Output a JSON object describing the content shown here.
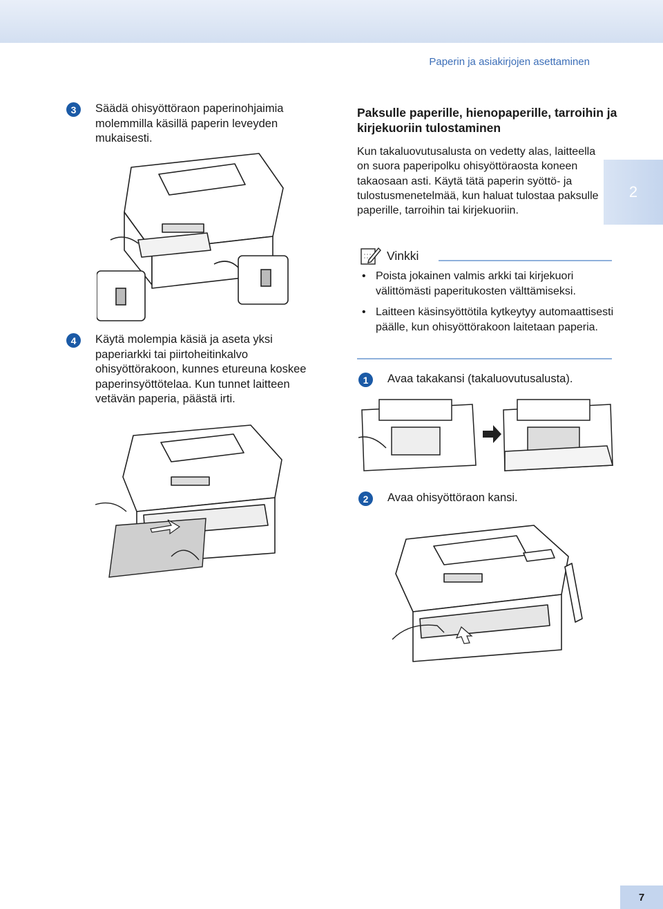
{
  "header": {
    "running_title": "Paperin ja asiakirjojen asettaminen"
  },
  "chapter_tab": "2",
  "left_steps": [
    {
      "marker": "3",
      "text": "Säädä ohisyöttöraon paperinohjaimia molemmilla käsillä paperin leveyden mukaisesti."
    },
    {
      "marker": "4",
      "text": "Käytä molempia käsiä ja aseta yksi paperiarkki tai piirtoheitinkalvo ohisyöttörakoon, kunnes etureuna koskee paperinsyöttötelaa. Kun tunnet laitteen vetävän paperia, päästä irti."
    }
  ],
  "section": {
    "heading": "Paksulle paperille, hienopaperille, tarroihin ja kirjekuoriin tulostaminen",
    "body": "Kun takaluovutusalusta on vedetty alas, laitteella on suora paperipolku ohisyöttöraosta koneen takaosaan asti. Käytä tätä paperin syöttö- ja tulostusmenetelmää, kun haluat tulostaa paksulle paperille, tarroihin tai kirjekuoriin."
  },
  "note": {
    "title": "Vinkki",
    "items": [
      "Poista jokainen valmis arkki tai kirjekuori välittömästi paperitukosten välttämiseksi.",
      "Laitteen käsinsyöttötila kytkeytyy automaattisesti päälle, kun ohisyöttörakoon laitetaan paperia."
    ]
  },
  "right_steps": [
    {
      "marker": "1",
      "text": "Avaa takakansi (takaluovutusalusta)."
    },
    {
      "marker": "2",
      "text": "Avaa ohisyöttöraon kansi."
    }
  ],
  "footer": {
    "page_number": "7"
  },
  "colors": {
    "accent": "#1b5aa6",
    "header_text": "#3d6fb8",
    "rule": "#8fb0db",
    "tab": "#c4d5ee"
  }
}
